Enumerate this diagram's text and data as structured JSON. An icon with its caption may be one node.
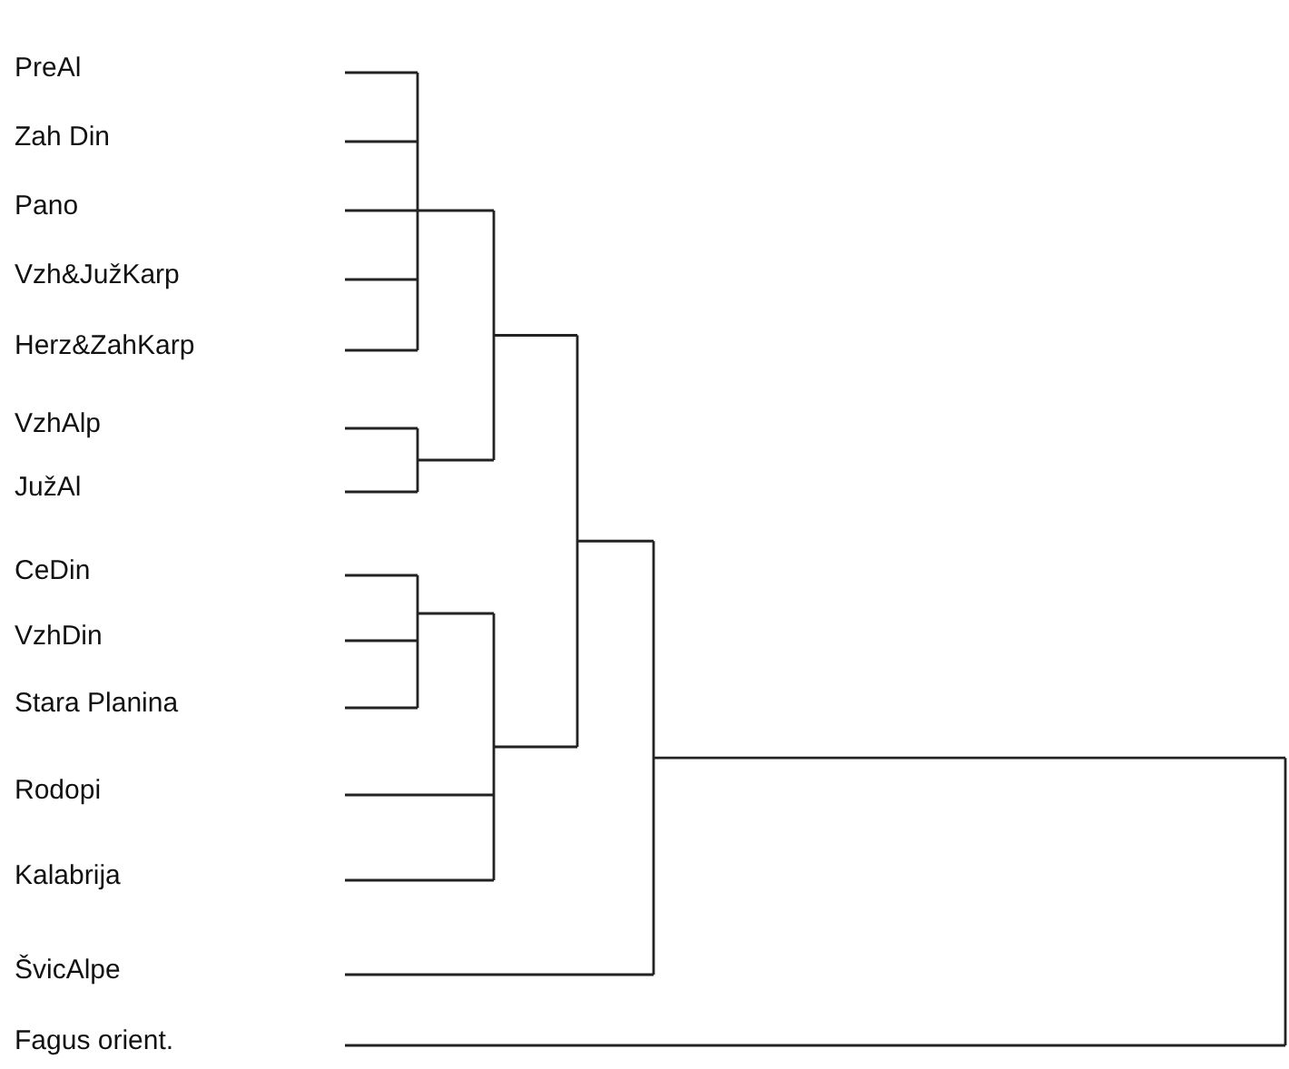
{
  "diagram": {
    "labels": [
      "PreAl",
      "Zah Din",
      "Pano",
      "Vzh&JužKarp",
      "Herz&ZahKarp",
      "VzhAlp",
      "JužAl",
      "CeDin",
      "VzhDin",
      "Stara Planina",
      "Rodopi",
      "Kalabrija",
      "ŠvicAlpe",
      "Fagus orient."
    ]
  }
}
